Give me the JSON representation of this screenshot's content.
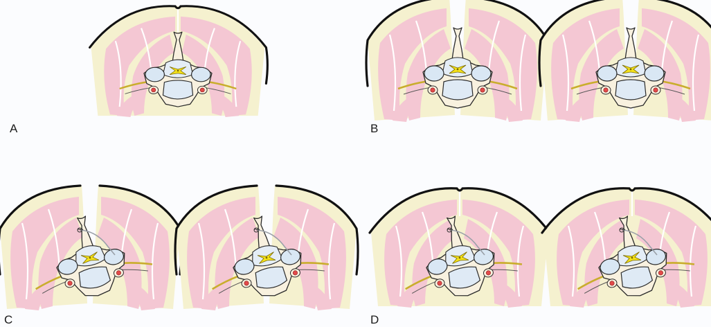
{
  "panels": [
    {
      "label": "A",
      "sections": [
        {
          "variant": "intact"
        }
      ]
    },
    {
      "label": "B",
      "sections": [
        {
          "variant": "midline-split"
        },
        {
          "variant": "midline-split"
        }
      ]
    },
    {
      "label": "C",
      "sections": [
        {
          "variant": "split-suture"
        },
        {
          "variant": "split-suture"
        }
      ]
    },
    {
      "label": "D",
      "sections": [
        {
          "variant": "reattached-suture"
        },
        {
          "variant": "reattached-suture"
        }
      ]
    }
  ],
  "colors": {
    "background": "#fbfcfe",
    "skin_outline": "#111111",
    "fat_layer": "#f5f1cf",
    "muscle": "#f4c7d3",
    "muscle_seam": "#ffffff",
    "bone": "#f8f1df",
    "bone_outline": "#2a2a2a",
    "canal": "#e4edf6",
    "cord": "#f5e21a",
    "cord_center": "#c8a800",
    "nerve": "#c9ad2c",
    "artery": "#e24a4a",
    "suture": "#9aa0a8"
  }
}
